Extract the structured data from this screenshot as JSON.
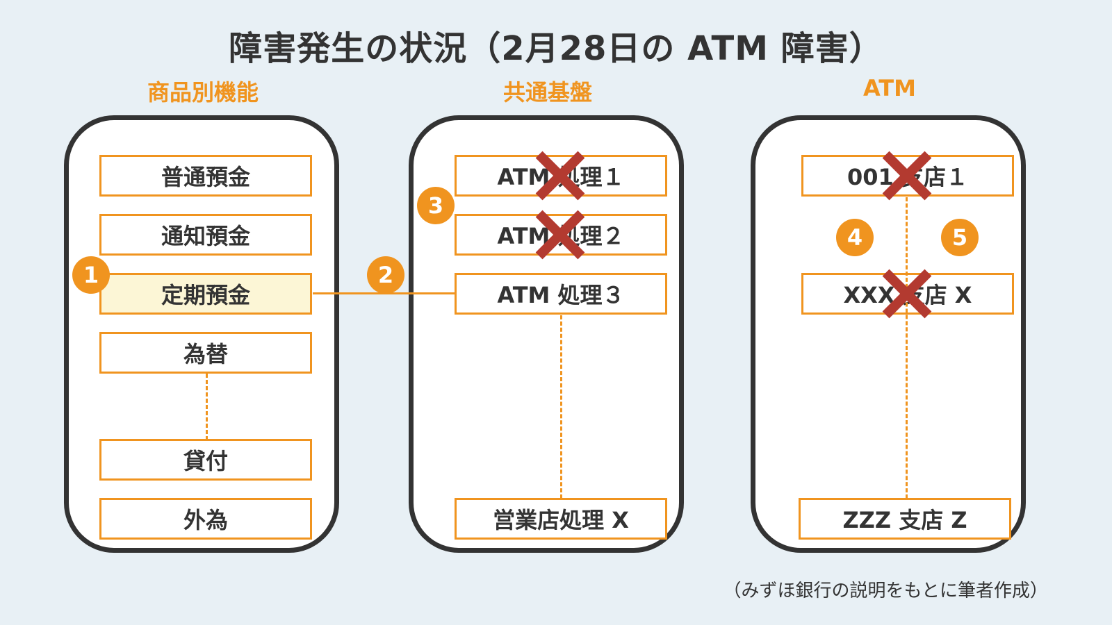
{
  "title": "障害発生の状況（2月28日の ATM 障害）",
  "columns": [
    {
      "heading": "商品別機能",
      "items": [
        "普通預金",
        "通知預金",
        "定期預金",
        "為替",
        "貸付",
        "外為"
      ]
    },
    {
      "heading": "共通基盤",
      "items": [
        "ATM 処理１",
        "ATM 処理２",
        "ATM 処理３",
        "営業店処理 X"
      ]
    },
    {
      "heading": "ATM",
      "items": [
        "001 支店１",
        "XXX 支店 X",
        "ZZZ 支店 Z"
      ]
    }
  ],
  "badges": [
    "1",
    "2",
    "3",
    "4",
    "5"
  ],
  "failed_items": [
    "ATM 処理１",
    "ATM 処理２",
    "001 支店１",
    "XXX 支店 X"
  ],
  "highlighted_item": "定期預金",
  "source_note": "（みずほ銀行の説明をもとに筆者作成）",
  "colors": {
    "background": "#e8f0f5",
    "accent": "#f0941f",
    "failure_mark": "#b33a30",
    "highlight": "#fcf6d6",
    "panel_border": "#333333"
  }
}
